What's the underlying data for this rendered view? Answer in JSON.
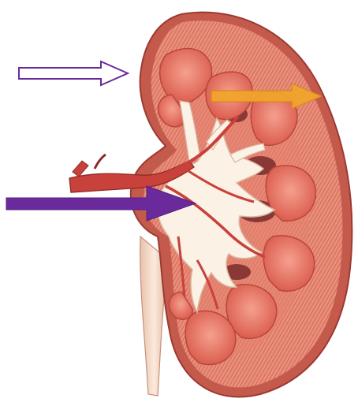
{
  "diagram": {
    "arrows": [
      {
        "name": "arrow-outline-cortex",
        "style": "outline",
        "color": "#6a2a9c"
      },
      {
        "name": "arrow-orange-capsule",
        "style": "filled",
        "color": "#f2a52a"
      },
      {
        "name": "arrow-purple-pelvis",
        "style": "filled",
        "color": "#6a2a9c"
      }
    ],
    "colors": {
      "cortex": "#e8917c",
      "capsule_edge": "#b9463f",
      "pyramid": "#e56e5b",
      "pelvis": "#fbf1e4",
      "vessel": "#c8413a",
      "ureter": "#f2d8c4",
      "sinus_dark": "#7a2c2c"
    }
  }
}
